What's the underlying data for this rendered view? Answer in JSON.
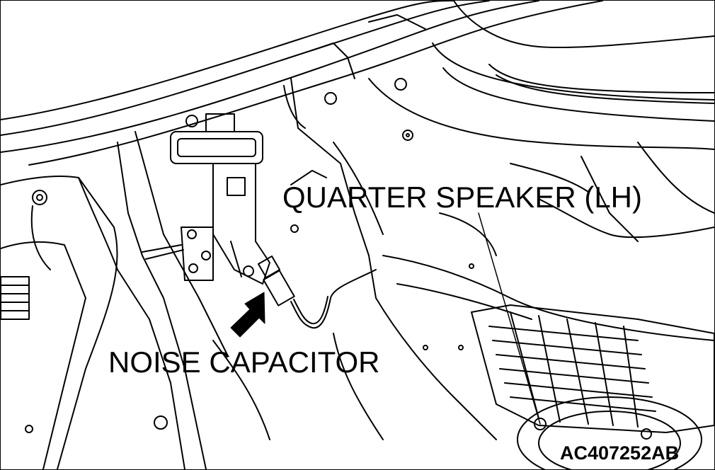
{
  "figure": {
    "labels": {
      "quarter_speaker": "QUARTER SPEAKER (LH)",
      "noise_capacitor": "NOISE CAPACITOR",
      "figure_code": "AC407252AB"
    },
    "colors": {
      "line": "#000000",
      "background": "#ffffff"
    },
    "icons": {
      "pointer_arrow": "arrow-pointer-icon"
    }
  }
}
